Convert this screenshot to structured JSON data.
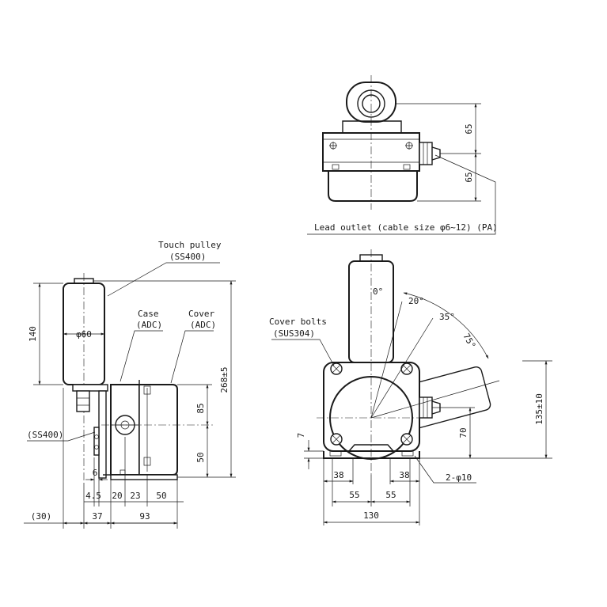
{
  "labels": {
    "touch_pulley": "Touch pulley",
    "touch_pulley_material": "(SS400)",
    "case": "Case",
    "case_material": "(ADC)",
    "cover": "Cover",
    "cover_material": "(ADC)",
    "bracket_material": "(SS400)",
    "cover_bolts": "Cover bolts",
    "cover_bolts_material": "(SUS304)",
    "lead_outlet": "Lead outlet (cable size φ6~12) (PA)",
    "mount_holes": "2-φ10"
  },
  "dimensions": {
    "pulley_length": "140",
    "pulley_dia": "φ60",
    "total_height": "268±5",
    "upper_85": "85",
    "lower_50": "50",
    "bracket_6": "6",
    "side_4_5": "4.5",
    "side_20": "20",
    "side_23": "23",
    "side_50": "50",
    "bottom_30": "(30)",
    "bottom_37": "37",
    "bottom_93": "93",
    "top_65a": "65",
    "top_65b": "65",
    "front_7": "7",
    "front_38a": "38",
    "front_38b": "38",
    "front_55a": "55",
    "front_55b": "55",
    "front_130": "130",
    "front_70": "70",
    "front_135": "135±10",
    "angle_0": "0°",
    "angle_20": "20°",
    "angle_35": "35°",
    "angle_75": "75°"
  }
}
